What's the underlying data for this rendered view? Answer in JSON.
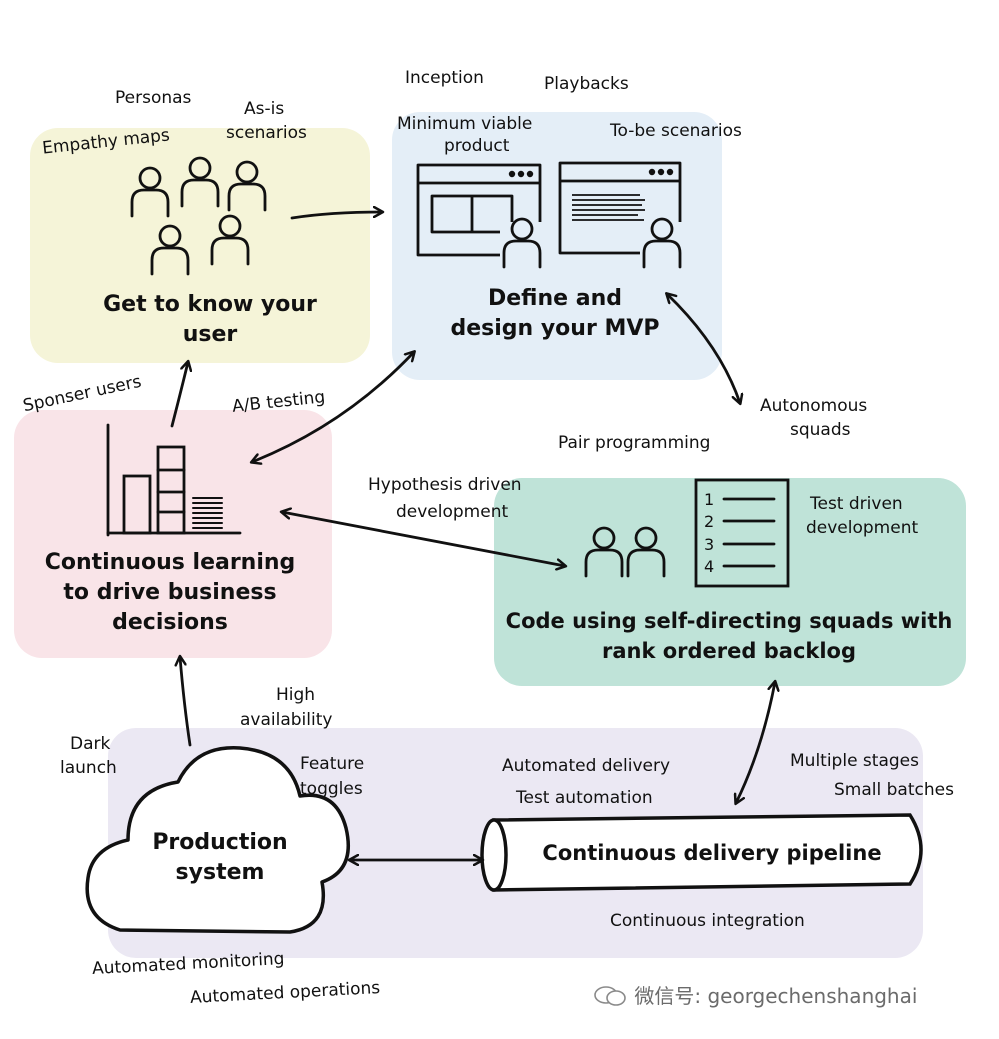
{
  "stages": {
    "know_user": {
      "title_lines": [
        "Get to know your",
        "user"
      ],
      "labels": {
        "personas": "Personas",
        "empathy_maps": "Empathy maps",
        "as_is_1": "As-is",
        "as_is_2": "scenarios"
      }
    },
    "define_mvp": {
      "title_lines": [
        "Define and",
        "design your MVP"
      ],
      "labels": {
        "inception": "Inception",
        "playbacks": "Playbacks",
        "mvp_1": "Minimum viable",
        "mvp_2": "product",
        "to_be": "To-be scenarios"
      }
    },
    "learning": {
      "title_lines": [
        "Continuous learning",
        "to drive business",
        "decisions"
      ],
      "labels": {
        "sponser": "Sponser users",
        "ab": "A/B testing"
      }
    },
    "code": {
      "title_lines": [
        "Code using self-directing squads with",
        "rank ordered backlog"
      ],
      "labels": {
        "pair": "Pair programming",
        "autonomous_1": "Autonomous",
        "autonomous_2": "squads",
        "hypothesis_1": "Hypothesis driven",
        "hypothesis_2": "development",
        "tdd_1": "Test driven",
        "tdd_2": "development"
      },
      "backlog_numbers": [
        "1",
        "2",
        "3",
        "4"
      ]
    },
    "operate": {
      "production_lines": [
        "Production",
        "system"
      ],
      "pipeline": "Continuous delivery pipeline",
      "labels": {
        "high_avail_1": "High",
        "high_avail_2": "availability",
        "dark_1": "Dark",
        "dark_2": "launch",
        "feature_1": "Feature",
        "feature_2": "toggles",
        "auto_delivery": "Automated delivery",
        "test_auto": "Test automation",
        "multi": "Multiple stages",
        "small": "Small batches",
        "ci": "Continuous integration",
        "auto_monitor": "Automated monitoring",
        "auto_ops": "Automated operations"
      }
    }
  },
  "watermark": "微信号: georgechenshanghai",
  "colors": {
    "yellow": "#f5f4d8",
    "blue": "#e4eef7",
    "pink": "#f9e4e8",
    "teal": "#bfe3d8",
    "lavender": "#ebe8f3",
    "ink": "#111111"
  }
}
